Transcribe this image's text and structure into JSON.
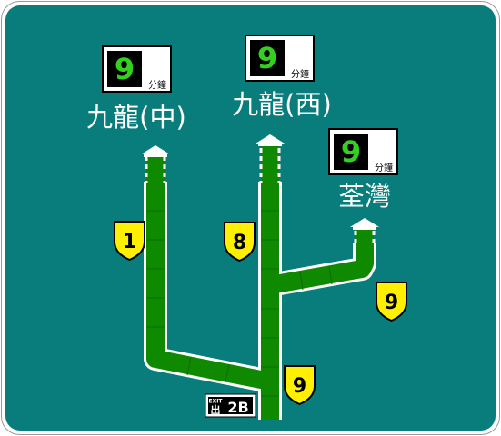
{
  "destinations": [
    {
      "name": "九龍(中)",
      "time_value": "9",
      "time_unit": "分鐘",
      "route": "1"
    },
    {
      "name": "九龍(西)",
      "time_value": "9",
      "time_unit": "分鐘",
      "route": "8"
    },
    {
      "name": "荃灣",
      "time_value": "9",
      "time_unit": "分鐘",
      "route": "9"
    }
  ],
  "trunk_route": "9",
  "exit": {
    "word": "EXIT",
    "char": "出",
    "number": "2B"
  },
  "colors": {
    "panel": "#087d7c",
    "road": "#0f8a00",
    "shield": "#ffef00",
    "timer_bg": "#000000",
    "timer_digit": "#33d11f",
    "text": "#ffffff"
  }
}
